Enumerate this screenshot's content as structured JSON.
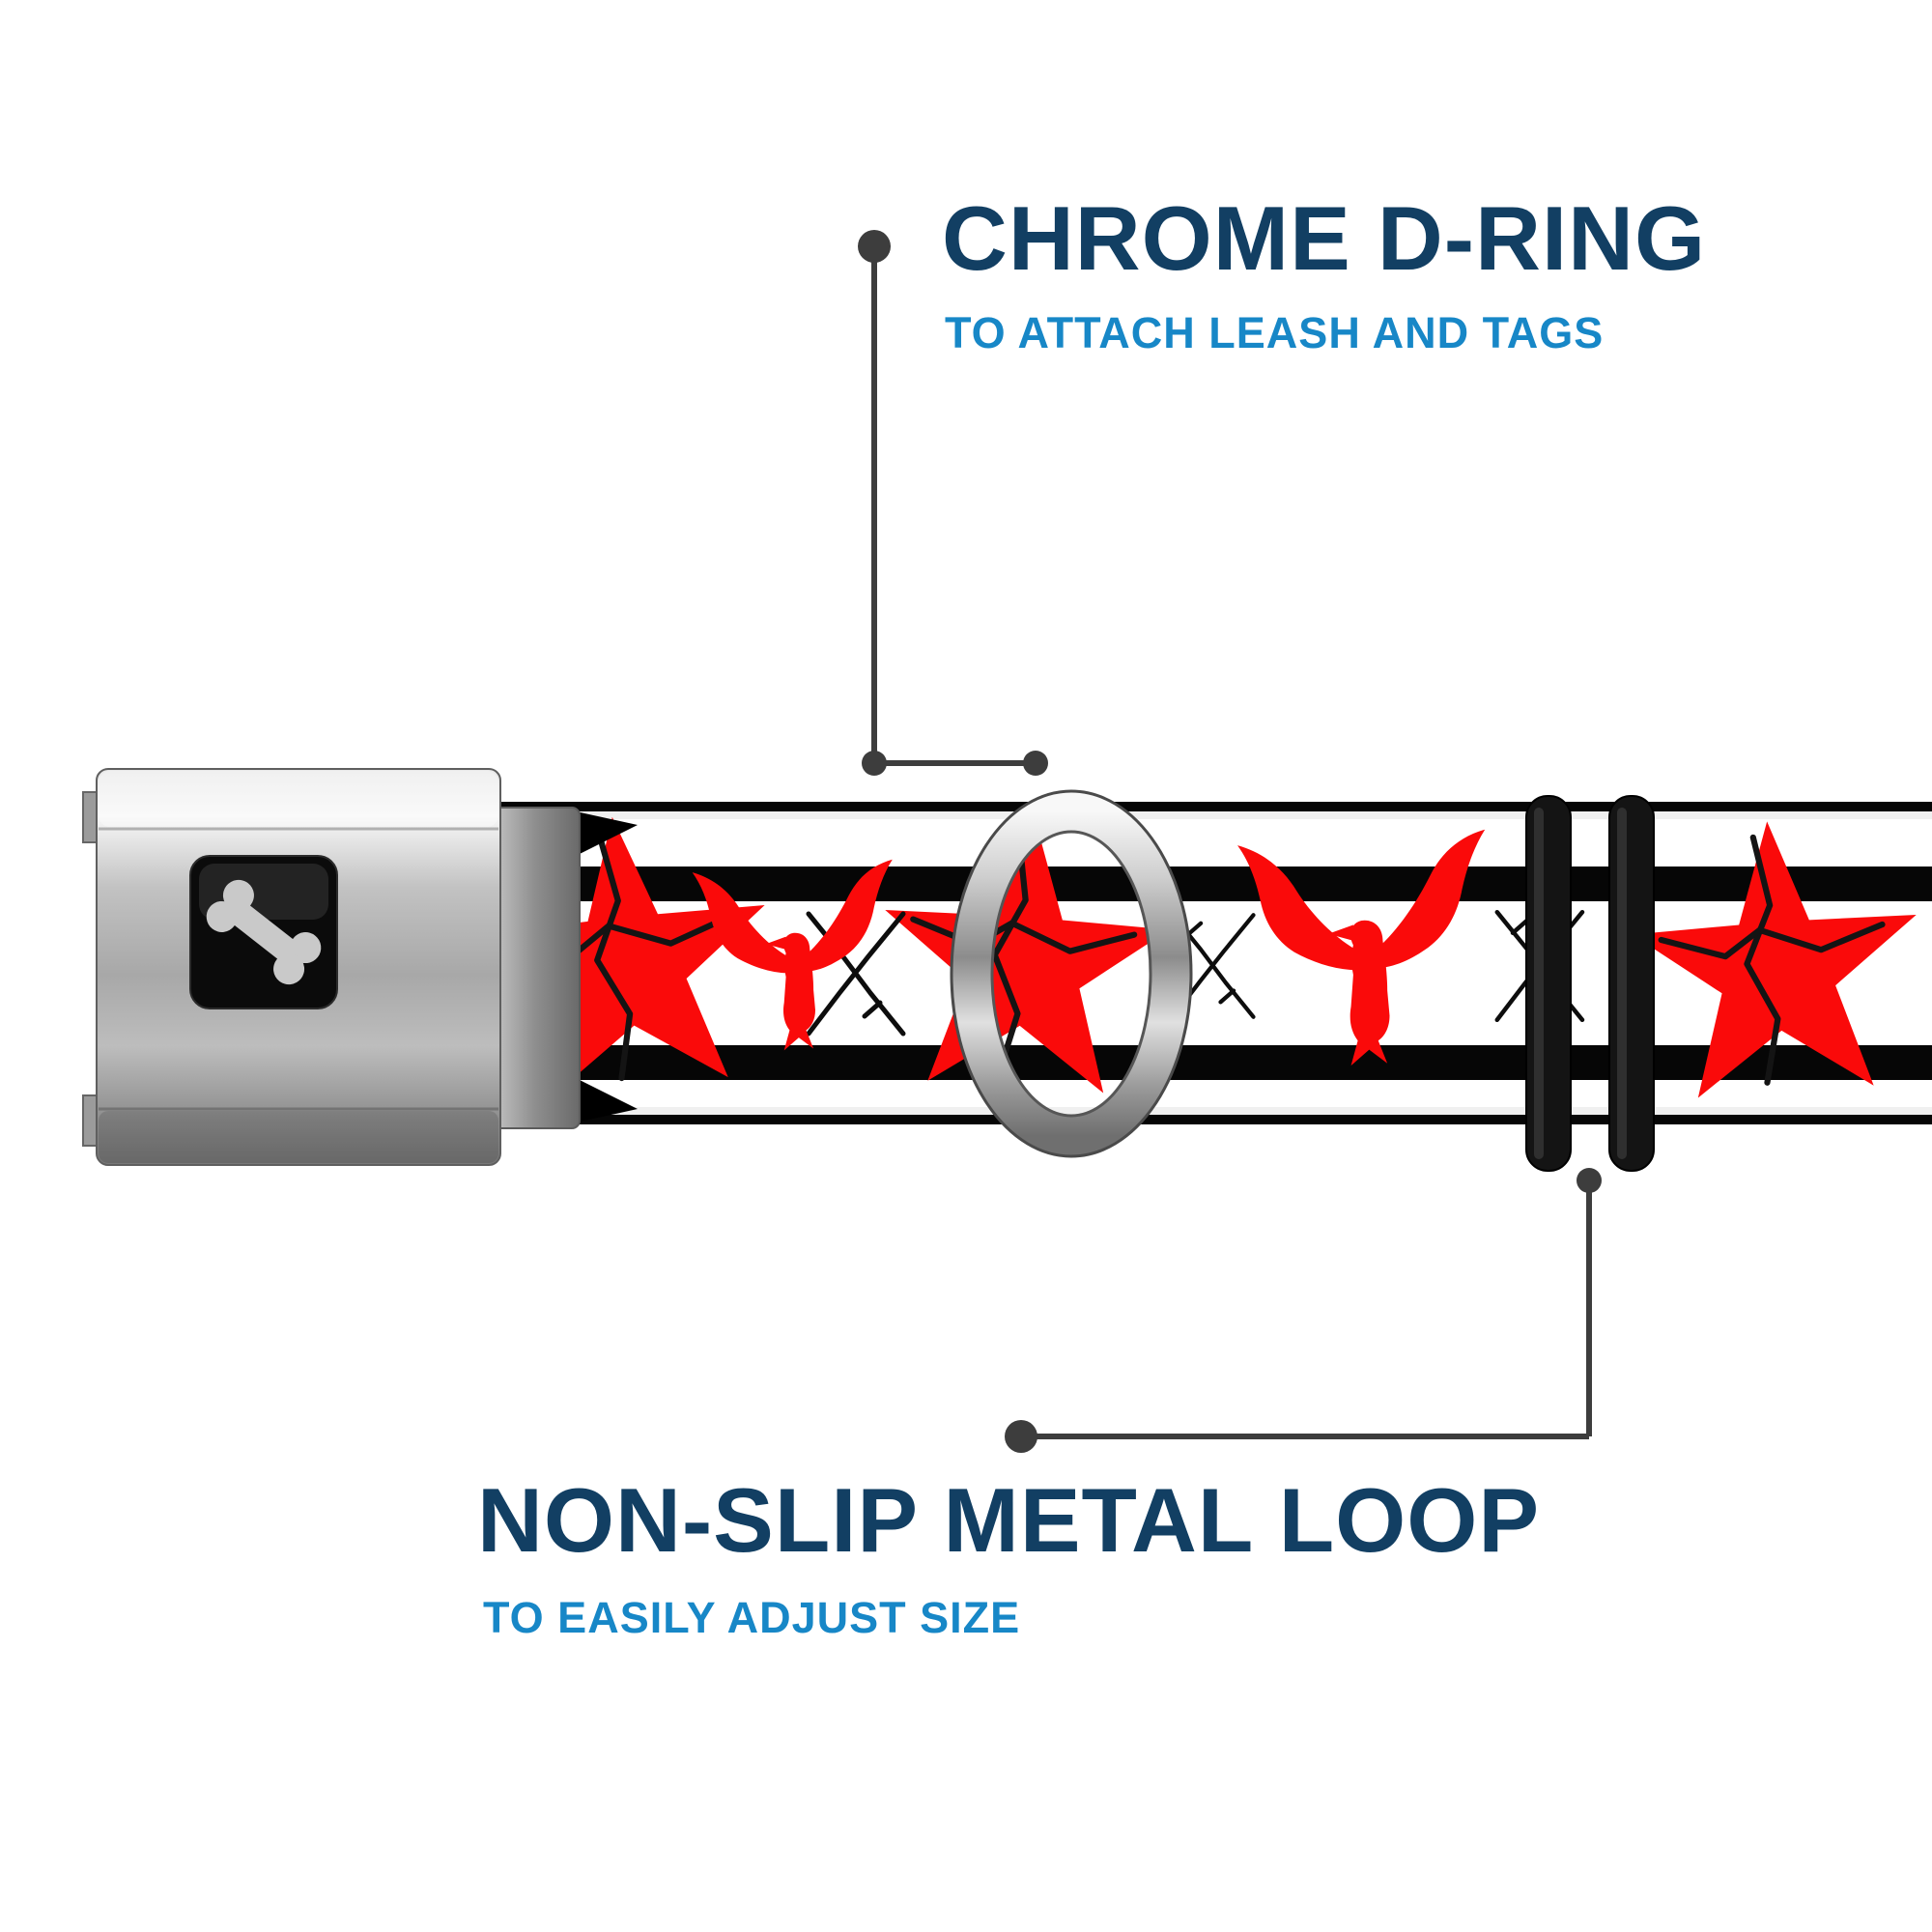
{
  "callouts": {
    "top": {
      "title": "CHROME D-RING",
      "subtitle": "TO ATTACH LEASH AND TAGS"
    },
    "bottom": {
      "title": "NON-SLIP METAL LOOP",
      "subtitle": "TO EASILY ADJUST SIZE"
    }
  },
  "colors": {
    "title_text": "#123f63",
    "subtitle_text": "#1787c7",
    "callout_line": "#3d3d3d",
    "pattern_red": "#fa0a0a",
    "pattern_black": "#060606",
    "webbing_white": "#ffffff"
  },
  "product": {
    "buckle_center_icon": "dog-bone-icon",
    "hardware_finish": "chrome"
  }
}
